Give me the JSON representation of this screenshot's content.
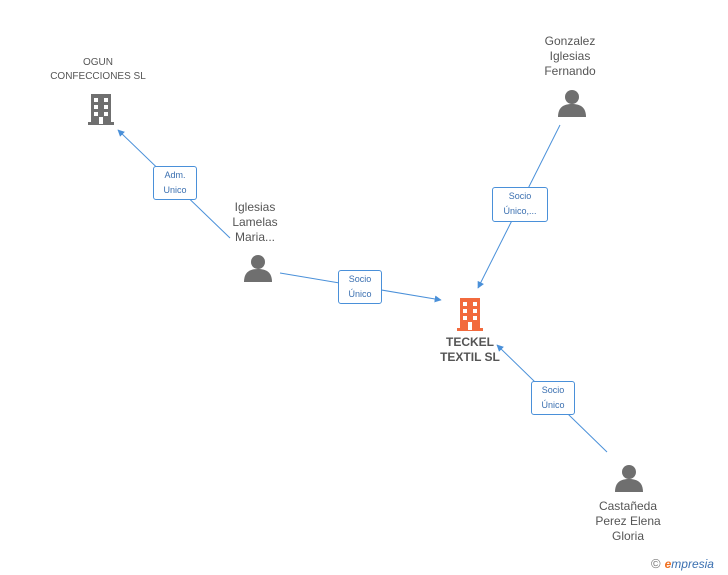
{
  "nodes": {
    "ogun": {
      "line1": "OGUN",
      "line2": "CONFECCIONES SL"
    },
    "iglesias_lamelas": {
      "line1": "Iglesias",
      "line2": "Lamelas",
      "line3": "Maria..."
    },
    "gonzalez": {
      "line1": "Gonzalez",
      "line2": "Iglesias",
      "line3": "Fernando"
    },
    "teckel": {
      "line1": "TECKEL",
      "line2": "TEXTIL SL"
    },
    "castaneda": {
      "line1": "Castañeda",
      "line2": "Perez Elena",
      "line3": "Gloria"
    }
  },
  "edges": {
    "adm_unico": {
      "line1": "Adm.",
      "line2": "Unico"
    },
    "socio_unico_iglesias": {
      "line1": "Socio",
      "line2": "Único"
    },
    "socio_unico_gonzalez": {
      "line1": "Socio",
      "line2": "Único,..."
    },
    "socio_unico_castaneda": {
      "line1": "Socio",
      "line2": "Único"
    }
  },
  "colors": {
    "edge": "#4a90d9",
    "company_gray": "#6f6f6f",
    "company_highlight": "#f26a3d",
    "person": "#6f6f6f"
  },
  "footer": {
    "copyright": "©",
    "brand_e": "e",
    "brand_rest": "mpresia"
  }
}
